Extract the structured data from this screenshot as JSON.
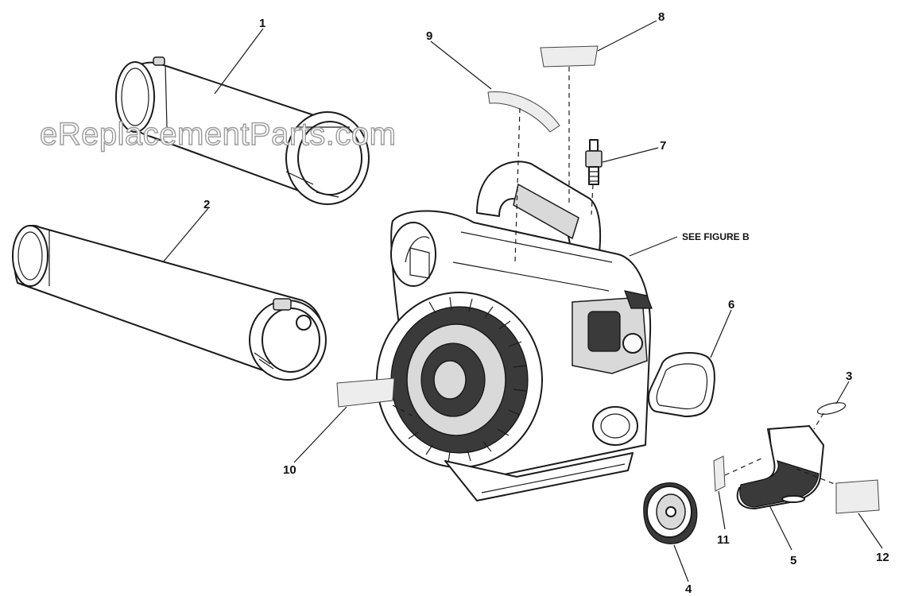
{
  "watermark": "eReplacementParts.com",
  "note": "SEE FIGURE B",
  "callouts": {
    "c1": "1",
    "c2": "2",
    "c3": "3",
    "c4": "4",
    "c5": "5",
    "c6": "6",
    "c7": "7",
    "c8": "8",
    "c9": "9",
    "c10": "10",
    "c11": "11",
    "c12": "12"
  }
}
